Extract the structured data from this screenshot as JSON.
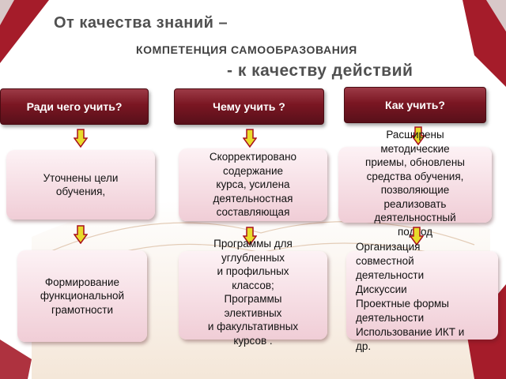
{
  "title": {
    "line1": "От качества знаний  –",
    "line2": "КОМПЕТЕНЦИЯ САМООБРАЗОВАНИЯ",
    "line3": "- к качеству действий"
  },
  "columns": [
    {
      "header": "Ради чего учить?",
      "box1": [
        "Уточнены цели",
        "обучения,"
      ],
      "box2": [
        "Формирование",
        "функциональной",
        "грамотности"
      ]
    },
    {
      "header": "Чему учить ?",
      "box1": [
        "Скорректировано",
        "содержание",
        "курса, усилена",
        "деятельностная",
        "составляющая"
      ],
      "box2": [
        "Программы для",
        "углубленных",
        "и профильных",
        "классов;",
        "Программы",
        "элективных",
        "и факультативных",
        "курсов ."
      ]
    },
    {
      "header": "Как учить?",
      "box1": [
        "Расширены",
        "методические",
        "приемы, обновлены",
        "средства обучения,",
        "позволяющие",
        "реализовать",
        "деятельностный",
        "подход"
      ],
      "box2": [
        "Организация",
        "совместной",
        "деятельности",
        "Дискуссии",
        "Проектные формы",
        "деятельности",
        "Использование ИКТ и",
        "др."
      ]
    }
  ],
  "colors": {
    "header": "#7a1622",
    "box_fill": "#f3d6de",
    "arrow_fill": "#e8dc2a",
    "arrow_stroke": "#a8101e",
    "accent_red": "#a51c2a"
  }
}
